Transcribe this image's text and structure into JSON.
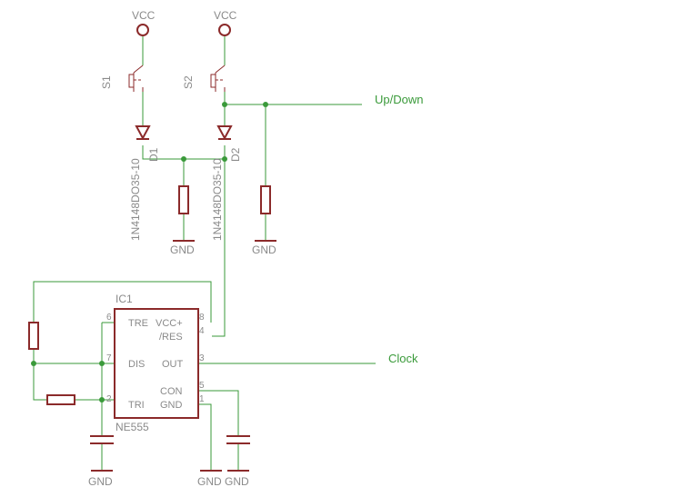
{
  "supplies": {
    "vcc1": "VCC",
    "vcc2": "VCC"
  },
  "grounds": {
    "g1": "GND",
    "g2": "GND",
    "g3": "GND",
    "g4": "GND",
    "g5": "GND"
  },
  "switches": {
    "s1": "S1",
    "s2": "S2"
  },
  "diodes": {
    "d1": {
      "name": "D1",
      "value": "1N4148DO35-10"
    },
    "d2": {
      "name": "D2",
      "value": "1N4148DO35-10"
    }
  },
  "nets": {
    "up_down": "Up/Down",
    "clock": "Clock"
  },
  "ic": {
    "name": "IC1",
    "value": "NE555",
    "pins_left": [
      {
        "num": "6",
        "name": "TRE"
      },
      {
        "num": "7",
        "name": "DIS"
      },
      {
        "num": "2",
        "name": "TRI"
      }
    ],
    "pins_right": [
      {
        "num": "8",
        "name": "VCC+"
      },
      {
        "num": "4",
        "name": "/RES"
      },
      {
        "num": "3",
        "name": "OUT"
      },
      {
        "num": "5",
        "name": "CON"
      },
      {
        "num": "1",
        "name": "GND"
      }
    ]
  }
}
